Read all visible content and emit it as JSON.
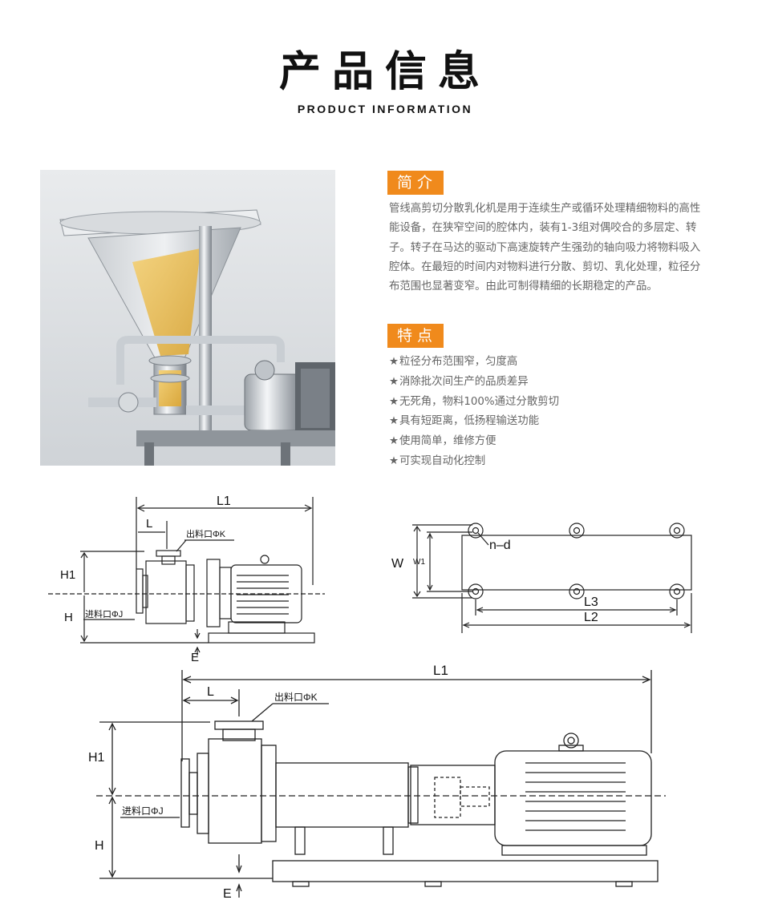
{
  "header": {
    "title": "产品信息",
    "subtitle": "PRODUCT INFORMATION"
  },
  "intro": {
    "badge": "简介",
    "text": "管线高剪切分散乳化机是用于连续生产或循环处理精细物料的高性能设备，在狭窄空间的腔体内，装有1-3组对偶咬合的多层定、转子。转子在马达的驱动下高速旋转产生强劲的轴向吸力将物料吸入腔体。在最短的时间内对物料进行分散、剪切、乳化处理，粒径分布范围也显著变窄。由此可制得精细的长期稳定的产品。"
  },
  "features": {
    "badge": "特点",
    "bullet": "★",
    "items": [
      "粒径分布范围窄，匀度高",
      "消除批次间生产的品质差异",
      "无死角，物料100%通过分散剪切",
      "具有短距离，低扬程输送功能",
      "使用简单，维修方便",
      "可实现自动化控制"
    ]
  },
  "diagram_small": {
    "l1": "L1",
    "l": "L",
    "outlet": "出料口ΦK",
    "inlet": "进料口ΦJ",
    "h1": "H1",
    "h": "H",
    "e": "E"
  },
  "diagram_base": {
    "w": "W",
    "w1": "W1",
    "nd": "n–d",
    "l2": "L2",
    "l3": "L3"
  },
  "diagram_large": {
    "l1": "L1",
    "l": "L",
    "outlet": "出料口ΦK",
    "inlet": "进料口ΦJ",
    "h1": "H1",
    "h": "H",
    "e": "E"
  },
  "colors": {
    "accent": "#f08a1c",
    "title": "#111111",
    "body_text": "#666666"
  }
}
